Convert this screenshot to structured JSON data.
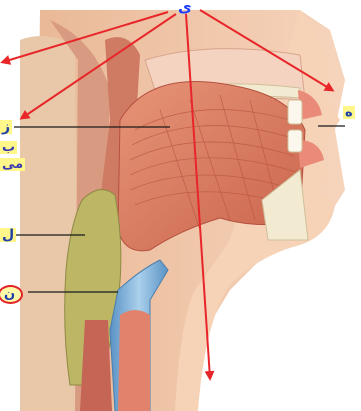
{
  "labels": {
    "top": "ى",
    "z": "ز",
    "b": "ب",
    "m": "مى",
    "l": "ل",
    "n": "ن",
    "h": "ه"
  },
  "colors": {
    "arrow": "#e8262a",
    "pointer_line": "#1a1a1a",
    "muscle": "#d9785e",
    "muscle_dark": "#b5513f",
    "skin": "#f2c7aa",
    "pharynx_yellow": "#bcb665",
    "cartilage_blue": "#7fb2d9",
    "bone": "#f3ead2",
    "label_highlight": "#fff78a"
  }
}
